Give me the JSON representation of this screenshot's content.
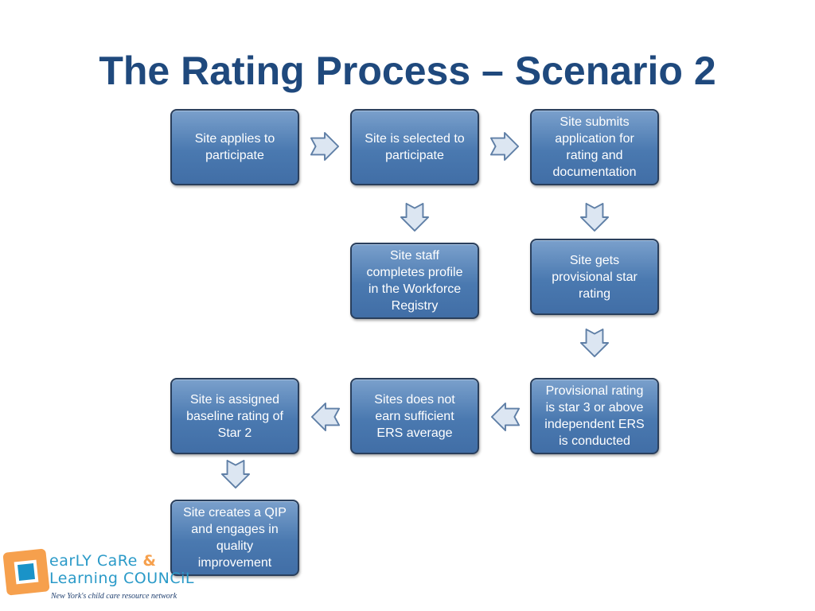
{
  "title": "The Rating Process – Scenario 2",
  "steps": {
    "apply": [
      "Site applies to",
      "participate"
    ],
    "selected": [
      "Site is selected to",
      "participate"
    ],
    "submits": [
      "Site submits",
      "application for",
      "rating and",
      "documentation"
    ],
    "staff_profile": [
      "Site staff",
      "completes profile",
      "in the Workforce",
      "Registry"
    ],
    "provisional": [
      "Site gets",
      "provisional star",
      "rating"
    ],
    "star3": [
      "Provisional rating",
      "is star 3 or above",
      "independent ERS",
      "is conducted"
    ],
    "not_earn": [
      "Sites does not",
      "earn sufficient",
      "ERS average"
    ],
    "baseline": [
      "Site is assigned",
      "baseline rating of",
      "Star 2"
    ],
    "qip": [
      "Site creates a QIP",
      "and engages in",
      "quality",
      "improvement"
    ]
  },
  "logo": {
    "line1": "earLY CaRe",
    "amp": "&",
    "line2": "Learning COUNCiL",
    "tagline": "New York's child care resource network"
  },
  "colors": {
    "title": "#1f497d",
    "box": "#4f81bd",
    "box_border": "#2a3f5c",
    "arrow_fill": "#dce6f2",
    "logo_blue": "#2a9ac8",
    "logo_orange": "#f6a04d"
  }
}
